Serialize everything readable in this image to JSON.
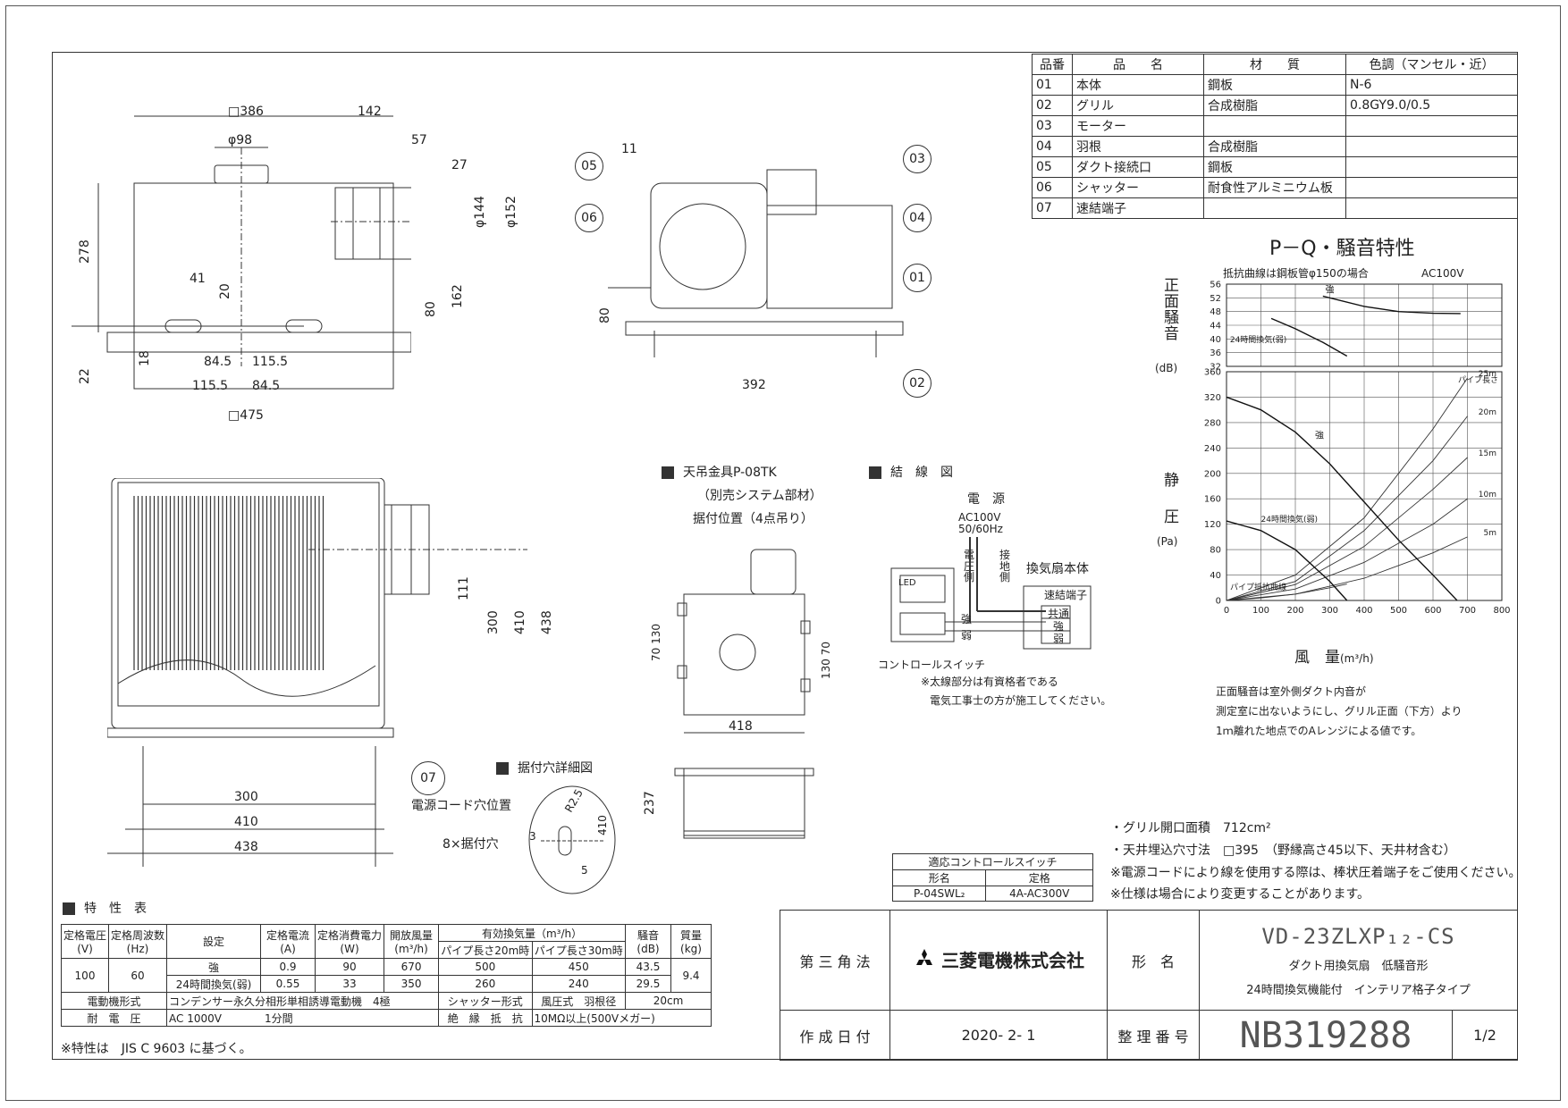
{
  "parts_table": {
    "headers": [
      "品番",
      "品　　名",
      "材　　質",
      "色調（マンセル・近）"
    ],
    "rows": [
      [
        "01",
        "本体",
        "鋼板",
        "N-6"
      ],
      [
        "02",
        "グリル",
        "合成樹脂",
        "0.8GY9.0/0.5"
      ],
      [
        "03",
        "モーター",
        "",
        ""
      ],
      [
        "04",
        "羽根",
        "合成樹脂",
        ""
      ],
      [
        "05",
        "ダクト接続口",
        "鋼板",
        ""
      ],
      [
        "06",
        "シャッター",
        "耐食性アルミニウム板",
        ""
      ],
      [
        "07",
        "速結端子",
        "",
        ""
      ]
    ]
  },
  "front_view": {
    "dims": {
      "top_width": "□386",
      "duct_offset": "142",
      "top_duct": "φ98",
      "duct_57": "57",
      "duct_27": "27",
      "phi144": "φ144",
      "phi152": "φ152",
      "height_278": "278",
      "h80": "80",
      "h162": "162",
      "d41": "41",
      "d20": "20",
      "d18": "18",
      "d22": "22",
      "d84_5_a": "84.5",
      "d115_5_a": "115.5",
      "d115_5_b": "115.5",
      "d84_5_b": "84.5",
      "width_475": "□475"
    }
  },
  "side_view": {
    "dims": {
      "d11": "11",
      "h80": "80",
      "w392": "392"
    },
    "callouts": [
      "05",
      "06",
      "03",
      "04",
      "01",
      "02"
    ]
  },
  "bottom_view": {
    "dims": {
      "d111": "111",
      "d300v": "300",
      "d410v": "410",
      "d438v": "438",
      "d300h": "300",
      "d410h": "410",
      "d438h": "438"
    },
    "callout": "07",
    "cord_label": "電源コード穴位置",
    "holes_label": "8×据付穴"
  },
  "hanger": {
    "title": "天吊金具P-08TK",
    "line2": "（別売システム部材）",
    "line3": "据付位置（4点吊り）",
    "dims": {
      "d70_130_left": "70 130",
      "d130_70_right": "130 70",
      "w418": "418",
      "h237": "237"
    }
  },
  "hole_detail": {
    "title": "据付穴詳細図",
    "dims": {
      "r25": "R2.5",
      "d410": "410",
      "d3": "3",
      "d5": "5"
    }
  },
  "wiring": {
    "title": "結　線　図",
    "power": "電　源",
    "voltage": "AC100V",
    "freq": "50/60Hz",
    "voltage_side": "電圧側",
    "ground_side": "接地側",
    "fan_body": "換気扇本体",
    "terminal": "速結端子",
    "common": "共通",
    "strong": "強",
    "weak": "弱",
    "sw_strong": "強",
    "sw_weak": "弱",
    "led": "LED",
    "control_switch": "コントロールスイッチ",
    "note1": "※太線部分は有資格者である",
    "note2": "電気工事士の方が施工してください。"
  },
  "pq_chart": {
    "title": "P－Q・騒音特性",
    "note_condition": "抵抗曲線は鋼板管φ150の場合",
    "note_voltage": "AC100V",
    "noise_label": "正面騒音",
    "noise_unit": "(dB)",
    "pressure_label": "静　圧",
    "pressure_unit": "(Pa)",
    "x_label": "風　量",
    "x_unit": "(m³/h)",
    "curve_strong_noise": "強",
    "curve_weak_noise": "24時間換気(弱)",
    "curve_strong_pq": "強",
    "curve_weak_pq": "24時間換気(弱)",
    "pipe_length": "パイプ長さ",
    "pipe_resistance": "パイプ抵抗曲線",
    "pipe_marks": [
      "25m",
      "20m",
      "15m",
      "10m",
      "5m"
    ],
    "note_lines": [
      "正面騒音は室外側ダクト内音が",
      "測定室に出ないようにし、グリル正面（下方）より",
      "1ｍ離れた地点でのAレンジによる値です。"
    ]
  },
  "chart_data": {
    "type": "line",
    "title": "P－Q・騒音特性",
    "xlabel": "風　量",
    "xlim": [
      0,
      800
    ],
    "x_ticks": [
      0,
      100,
      200,
      300,
      400,
      500,
      600,
      700,
      800
    ],
    "noise_axis": {
      "ylabel": "正面騒音",
      "unit": "(dB)",
      "ylim": [
        32,
        56
      ],
      "ticks": [
        32,
        36,
        40,
        44,
        48,
        52,
        56
      ]
    },
    "pressure_axis": {
      "ylabel": "静　圧",
      "unit": "(Pa)",
      "ylim": [
        0,
        360
      ],
      "ticks": [
        0,
        40,
        80,
        120,
        160,
        200,
        240,
        280,
        320,
        360
      ]
    },
    "series": [
      {
        "name": "強",
        "axis": "noise",
        "x": [
          280,
          400,
          500,
          600,
          680
        ],
        "y": [
          52.5,
          49.5,
          48,
          47.5,
          47.4
        ]
      },
      {
        "name": "24時間換気(弱)",
        "axis": "noise",
        "x": [
          130,
          200,
          280,
          350
        ],
        "y": [
          46,
          43,
          39,
          35
        ]
      },
      {
        "name": "強",
        "axis": "pressure",
        "x": [
          0,
          100,
          200,
          300,
          400,
          500,
          600,
          670
        ],
        "y": [
          320,
          300,
          265,
          215,
          155,
          95,
          40,
          0
        ]
      },
      {
        "name": "24時間換気(弱)",
        "axis": "pressure",
        "x": [
          0,
          100,
          200,
          300,
          350
        ],
        "y": [
          125,
          110,
          80,
          30,
          0
        ]
      }
    ],
    "resistance_curves": [
      {
        "name": "25m",
        "x": [
          0,
          200,
          400,
          600,
          700
        ],
        "y": [
          0,
          40,
          130,
          270,
          350
        ]
      },
      {
        "name": "20m",
        "x": [
          0,
          200,
          400,
          600,
          700
        ],
        "y": [
          0,
          30,
          110,
          220,
          290
        ]
      },
      {
        "name": "15m",
        "x": [
          0,
          200,
          400,
          600,
          700
        ],
        "y": [
          0,
          25,
          85,
          175,
          225
        ]
      },
      {
        "name": "10m",
        "x": [
          0,
          200,
          400,
          600,
          700
        ],
        "y": [
          0,
          18,
          60,
          120,
          160
        ]
      },
      {
        "name": "5m",
        "x": [
          0,
          200,
          400,
          600,
          700
        ],
        "y": [
          0,
          10,
          35,
          75,
          100
        ]
      },
      {
        "name": "パイプ抵抗曲線",
        "x": [
          0,
          100,
          200,
          300,
          350
        ],
        "y": [
          0,
          4,
          10,
          20,
          26
        ]
      }
    ]
  },
  "notes": [
    "・グリル開口面積　712cm²",
    "・天井埋込穴寸法　□395　（野縁高さ45以下、天井材含む）",
    "※電源コードにより線を使用する際は、棒状圧着端子をご使用ください。",
    "※仕様は場合により変更することがあります。"
  ],
  "switch_table": {
    "title": "適応コントロールスイッチ",
    "col1": "形名",
    "col2": "定格",
    "model": "P-04SWL₂",
    "rating": "4A-AC300V"
  },
  "spec_table": {
    "title": "特　性　表",
    "h_voltage": "定格電圧",
    "h_voltage_u": "(V)",
    "h_freq": "定格周波数",
    "h_freq_u": "(Hz)",
    "h_setting": "設定",
    "h_current": "定格電流",
    "h_current_u": "(A)",
    "h_power": "定格消費電力",
    "h_power_u": "(W)",
    "h_open_air": "開放風量",
    "h_open_air_u": "(m³/h)",
    "h_eff": "有効換気量（m³/h）",
    "h_eff20": "パイプ長さ20m時",
    "h_eff30": "パイプ長さ30m時",
    "h_noise": "騒音",
    "h_noise_u": "(dB)",
    "h_mass": "質量",
    "h_mass_u": "(kg)",
    "voltage": "100",
    "freq": "60",
    "mass": "9.4",
    "rows": [
      {
        "setting": "強",
        "current": "0.9",
        "power": "90",
        "open_air": "670",
        "eff20": "500",
        "eff30": "450",
        "noise": "43.5"
      },
      {
        "setting": "24時間換気(弱)",
        "current": "0.55",
        "power": "33",
        "open_air": "350",
        "eff20": "260",
        "eff30": "240",
        "noise": "29.5"
      }
    ],
    "motor_label": "電動機形式",
    "motor_value": "コンデンサー永久分相形単相誘導電動機　4極",
    "shutter_label": "シャッター形式",
    "shutter_value": "風圧式",
    "blade_label": "羽根径",
    "blade_value": "20cm",
    "withstand_label": "耐　電　圧",
    "withstand_value": "AC 1000V",
    "withstand_time": "1分間",
    "insulation_label": "絶　縁　抵　抗",
    "insulation_value": "10MΩ以上(500Vメガー)",
    "footnote": "※特性は　JIS C 9603 に基づく。"
  },
  "title_block": {
    "projection": "第 三 角 法",
    "company": "三菱電機株式会社",
    "model_label": "形　名",
    "model": "VD-23ZLXP₁₂-CS",
    "desc1": "ダクト用換気扇　低騒音形",
    "desc2": "24時間換気機能付　インテリア格子タイプ",
    "date_label": "作 成 日 付",
    "date": "2020- 2- 1",
    "serial_label": "整 理 番 号",
    "serial": "NB319288",
    "page": "1/2"
  }
}
